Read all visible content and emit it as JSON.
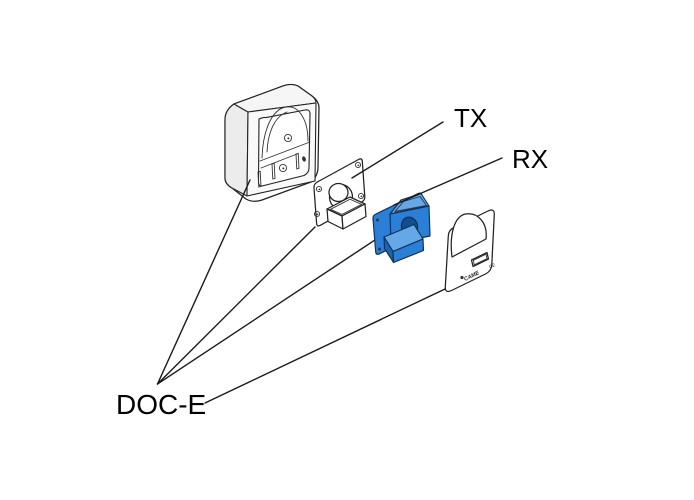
{
  "diagram": {
    "labels": {
      "tx": "TX",
      "rx": "RX",
      "doce": "DOC-E"
    },
    "cover": {
      "brand": "CAME",
      "mark": "CE"
    },
    "colors": {
      "background": "#ffffff",
      "line": "#1a1a1a",
      "part_outline": "#222222",
      "blue": "#2b7fd6",
      "blue_light": "#66a7e8",
      "blue_shadow": "#1e63ad",
      "blue_dark": "#124e92",
      "blue_outline": "#0d3156"
    }
  }
}
